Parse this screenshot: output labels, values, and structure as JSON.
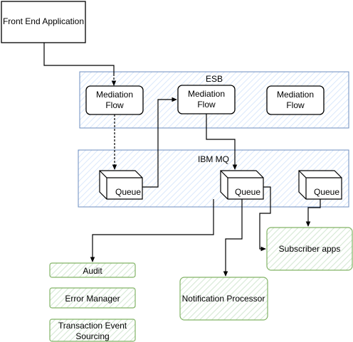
{
  "front_end": "Front End Application",
  "esb": {
    "title": "ESB",
    "flows": [
      {
        "line1": "Mediation",
        "line2": "Flow"
      },
      {
        "line1": "Mediation",
        "line2": "Flow"
      },
      {
        "line1": "Mediation",
        "line2": "Flow"
      }
    ]
  },
  "mq": {
    "title": "IBM MQ",
    "queues": [
      "Queue",
      "Queue",
      "Queue"
    ]
  },
  "consumers": {
    "audit": "Audit",
    "error_manager": "Error Manager",
    "tes_line1": "Transaction Event",
    "tes_line2": "Sourcing",
    "notification": "Notification Processor",
    "subscriber": "Subscriber apps"
  },
  "colors": {
    "container_fill": "#dae8fc",
    "container_stroke": "#6c8ebf",
    "green_fill": "#d5e8d4",
    "green_stroke": "#82b366"
  }
}
